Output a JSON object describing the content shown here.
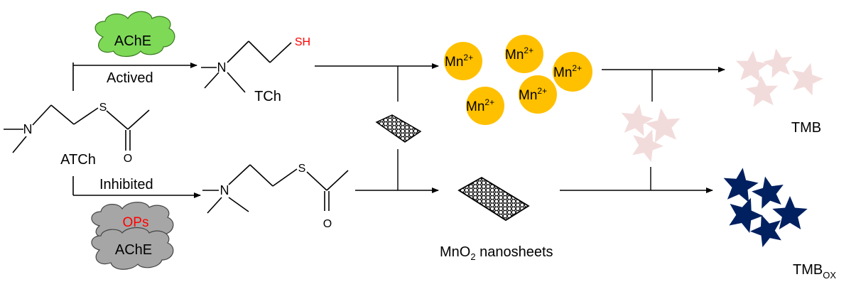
{
  "labels": {
    "ache_top": "AChE",
    "actived": "Actived",
    "tch": "TCh",
    "sh": "SH",
    "atch": "ATCh",
    "s_atch": "S",
    "o_atch": "O",
    "inhibited": "Inhibited",
    "ops": "OPs",
    "ache_bottom": "AChE",
    "s_product": "S",
    "o_product": "O",
    "n": "N",
    "mn": "Mn",
    "mn_charge": "2+",
    "mno2_prefix": "MnO",
    "mno2_sub": "2",
    "mno2_suffix": " nanosheets",
    "tmb": "TMB",
    "tmbox_main": "TMB",
    "tmbox_sub": "OX"
  },
  "colors": {
    "enzyme_active": "#7ed957",
    "enzyme_inhibited": "#a6a6a6",
    "mn_ion": "#ffc000",
    "star_tmb": "#f2dcdb",
    "star_tmbox": "#002060",
    "highlight_text": "#ff0000"
  }
}
